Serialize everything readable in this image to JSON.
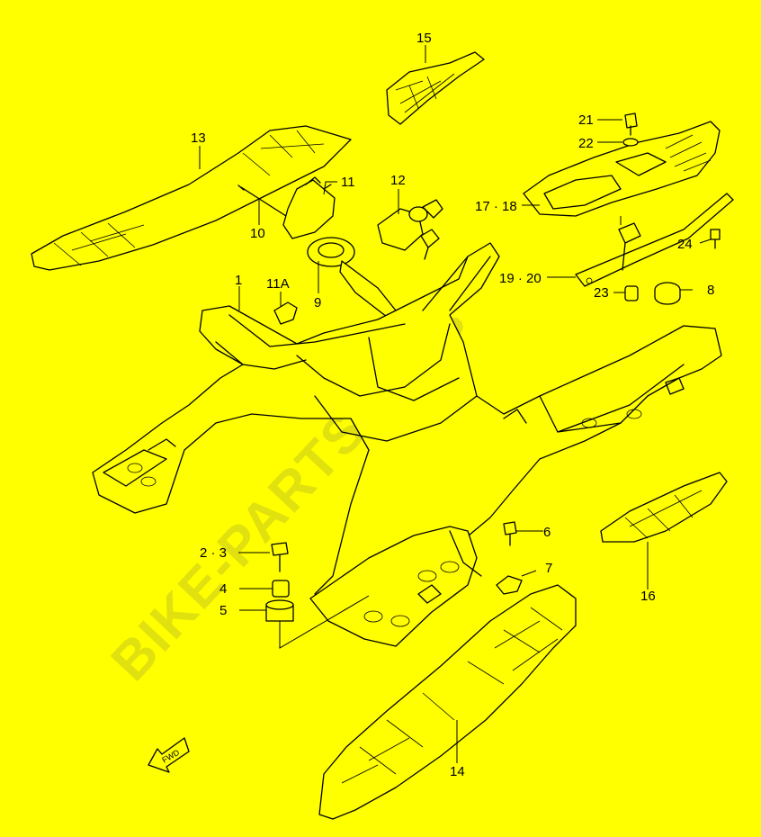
{
  "watermark": "BIKE-PARTS.WEB",
  "fwd_label": "FWD",
  "colors": {
    "background": "#ffff00",
    "line": "#000000",
    "watermark": "#c8c81e"
  },
  "part_labels": {
    "p1": "1",
    "p2_3": "2 · 3",
    "p4": "4",
    "p5": "5",
    "p6": "6",
    "p7": "7",
    "p8": "8",
    "p9": "9",
    "p10": "10",
    "p11": "11",
    "p11a": "11A",
    "p12": "12",
    "p13": "13",
    "p14": "14",
    "p15": "15",
    "p16": "16",
    "p17_18": "17 · 18",
    "p19_20": "19 · 20",
    "p21": "21",
    "p22": "22",
    "p23": "23",
    "p24": "24"
  }
}
